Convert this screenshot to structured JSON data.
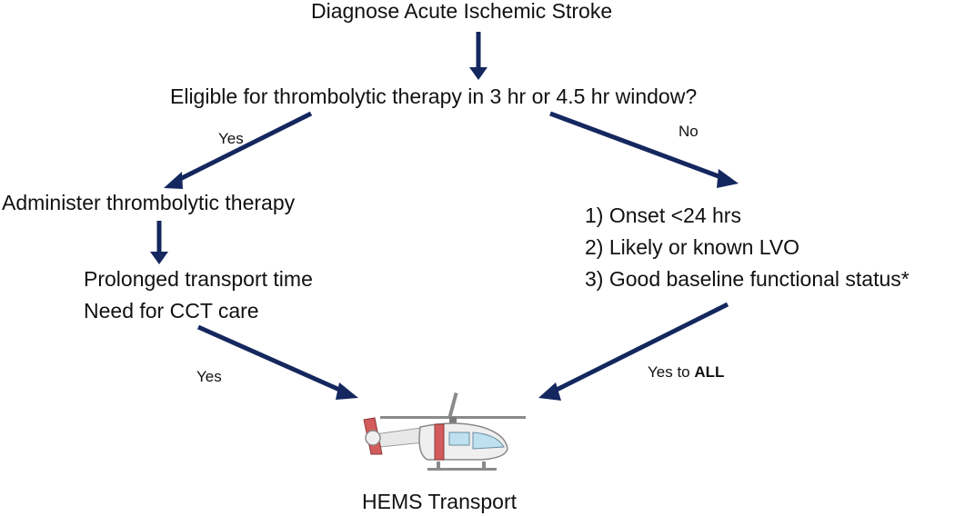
{
  "nodes": {
    "start": "Diagnose Acute Ischemic Stroke",
    "question": "Eligible for thrombolytic therapy in 3 hr or 4.5 hr window?",
    "administer": "Administer thrombolytic therapy",
    "criteria_left": [
      "Prolonged transport time",
      "Need for CCT care"
    ],
    "criteria_right": [
      "1) Onset <24 hrs",
      "2) Likely or known LVO",
      "3) Good baseline functional status*"
    ],
    "end": "HEMS Transport"
  },
  "edge_labels": {
    "yes_left": "Yes",
    "no_right": "No",
    "yes_bottom_left": "Yes",
    "yes_to": "Yes to",
    "all": "ALL"
  },
  "colors": {
    "arrow": "#14275e",
    "text": "#111111"
  },
  "icons": {
    "end_icon": "helicopter-icon"
  }
}
